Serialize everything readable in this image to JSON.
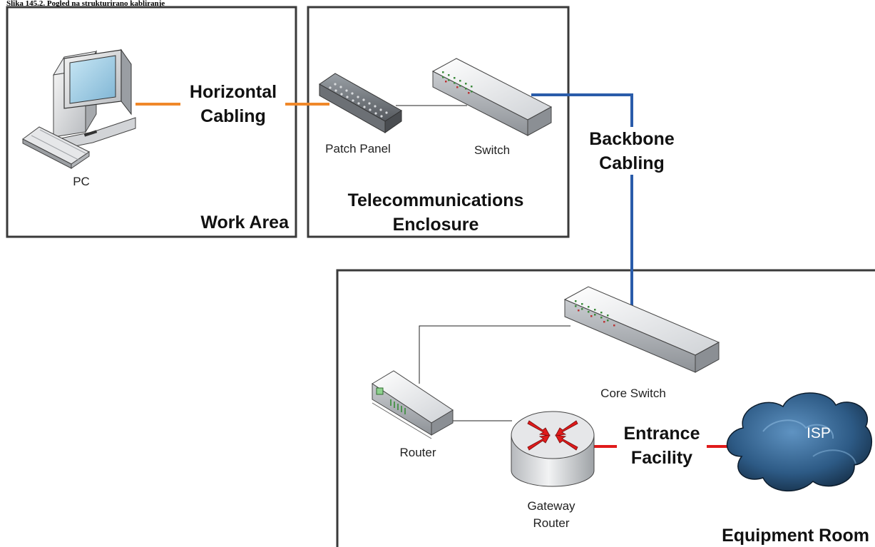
{
  "caption": "Slika 145.2. Pogled na strukturirano kabliranje",
  "areas": {
    "work_area": "Work Area",
    "telecom_line1": "Telecommunications",
    "telecom_line2": "Enclosure",
    "equipment_room": "Equipment Room"
  },
  "cabling": {
    "horizontal_line1": "Horizontal",
    "horizontal_line2": "Cabling",
    "backbone_line1": "Backbone",
    "backbone_line2": "Cabling",
    "entrance_line1": "Entrance",
    "entrance_line2": "Facility"
  },
  "devices": {
    "pc": "PC",
    "patch_panel": "Patch Panel",
    "switch": "Switch",
    "core_switch": "Core Switch",
    "router": "Router",
    "gateway_line1": "Gateway",
    "gateway_line2": "Router",
    "isp": "ISP"
  },
  "colors": {
    "horizontal_cable": "#f0882a",
    "backbone_cable": "#2a5caa",
    "entrance_cable": "#e01b1b",
    "box_border": "#3a3a3a"
  }
}
